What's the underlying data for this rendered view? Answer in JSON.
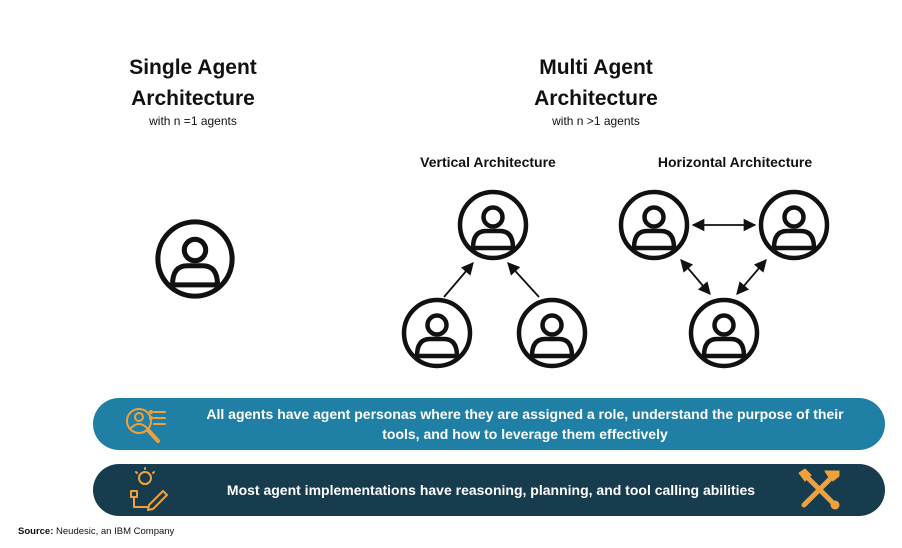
{
  "single": {
    "title_line1": "Single Agent",
    "title_line2": "Architecture",
    "subtitle": "with n =1 agents"
  },
  "multi": {
    "title_line1": "Multi Agent",
    "title_line2": "Architecture",
    "subtitle": "with n >1 agents",
    "vertical_label": "Vertical Architecture",
    "horizontal_label": "Horizontal Architecture"
  },
  "banners": {
    "personas": {
      "line1": "All agents have agent personas where they are assigned a role, understand the purpose of their",
      "line2": "tools, and how to leverage them effectively",
      "color": "#1f7fa5",
      "icon": "persona-search-icon"
    },
    "reasoning": {
      "text": "Most agent implementations have reasoning, planning, and tool calling abilities",
      "color": "#163c4e",
      "icon_left": "idea-planning-icon",
      "icon_right": "tools-icon"
    }
  },
  "source": {
    "label": "Source:",
    "text": "Neudesic, an IBM Company"
  },
  "colors": {
    "accent_orange": "#f0a13b",
    "icon_stroke": "#111111"
  }
}
